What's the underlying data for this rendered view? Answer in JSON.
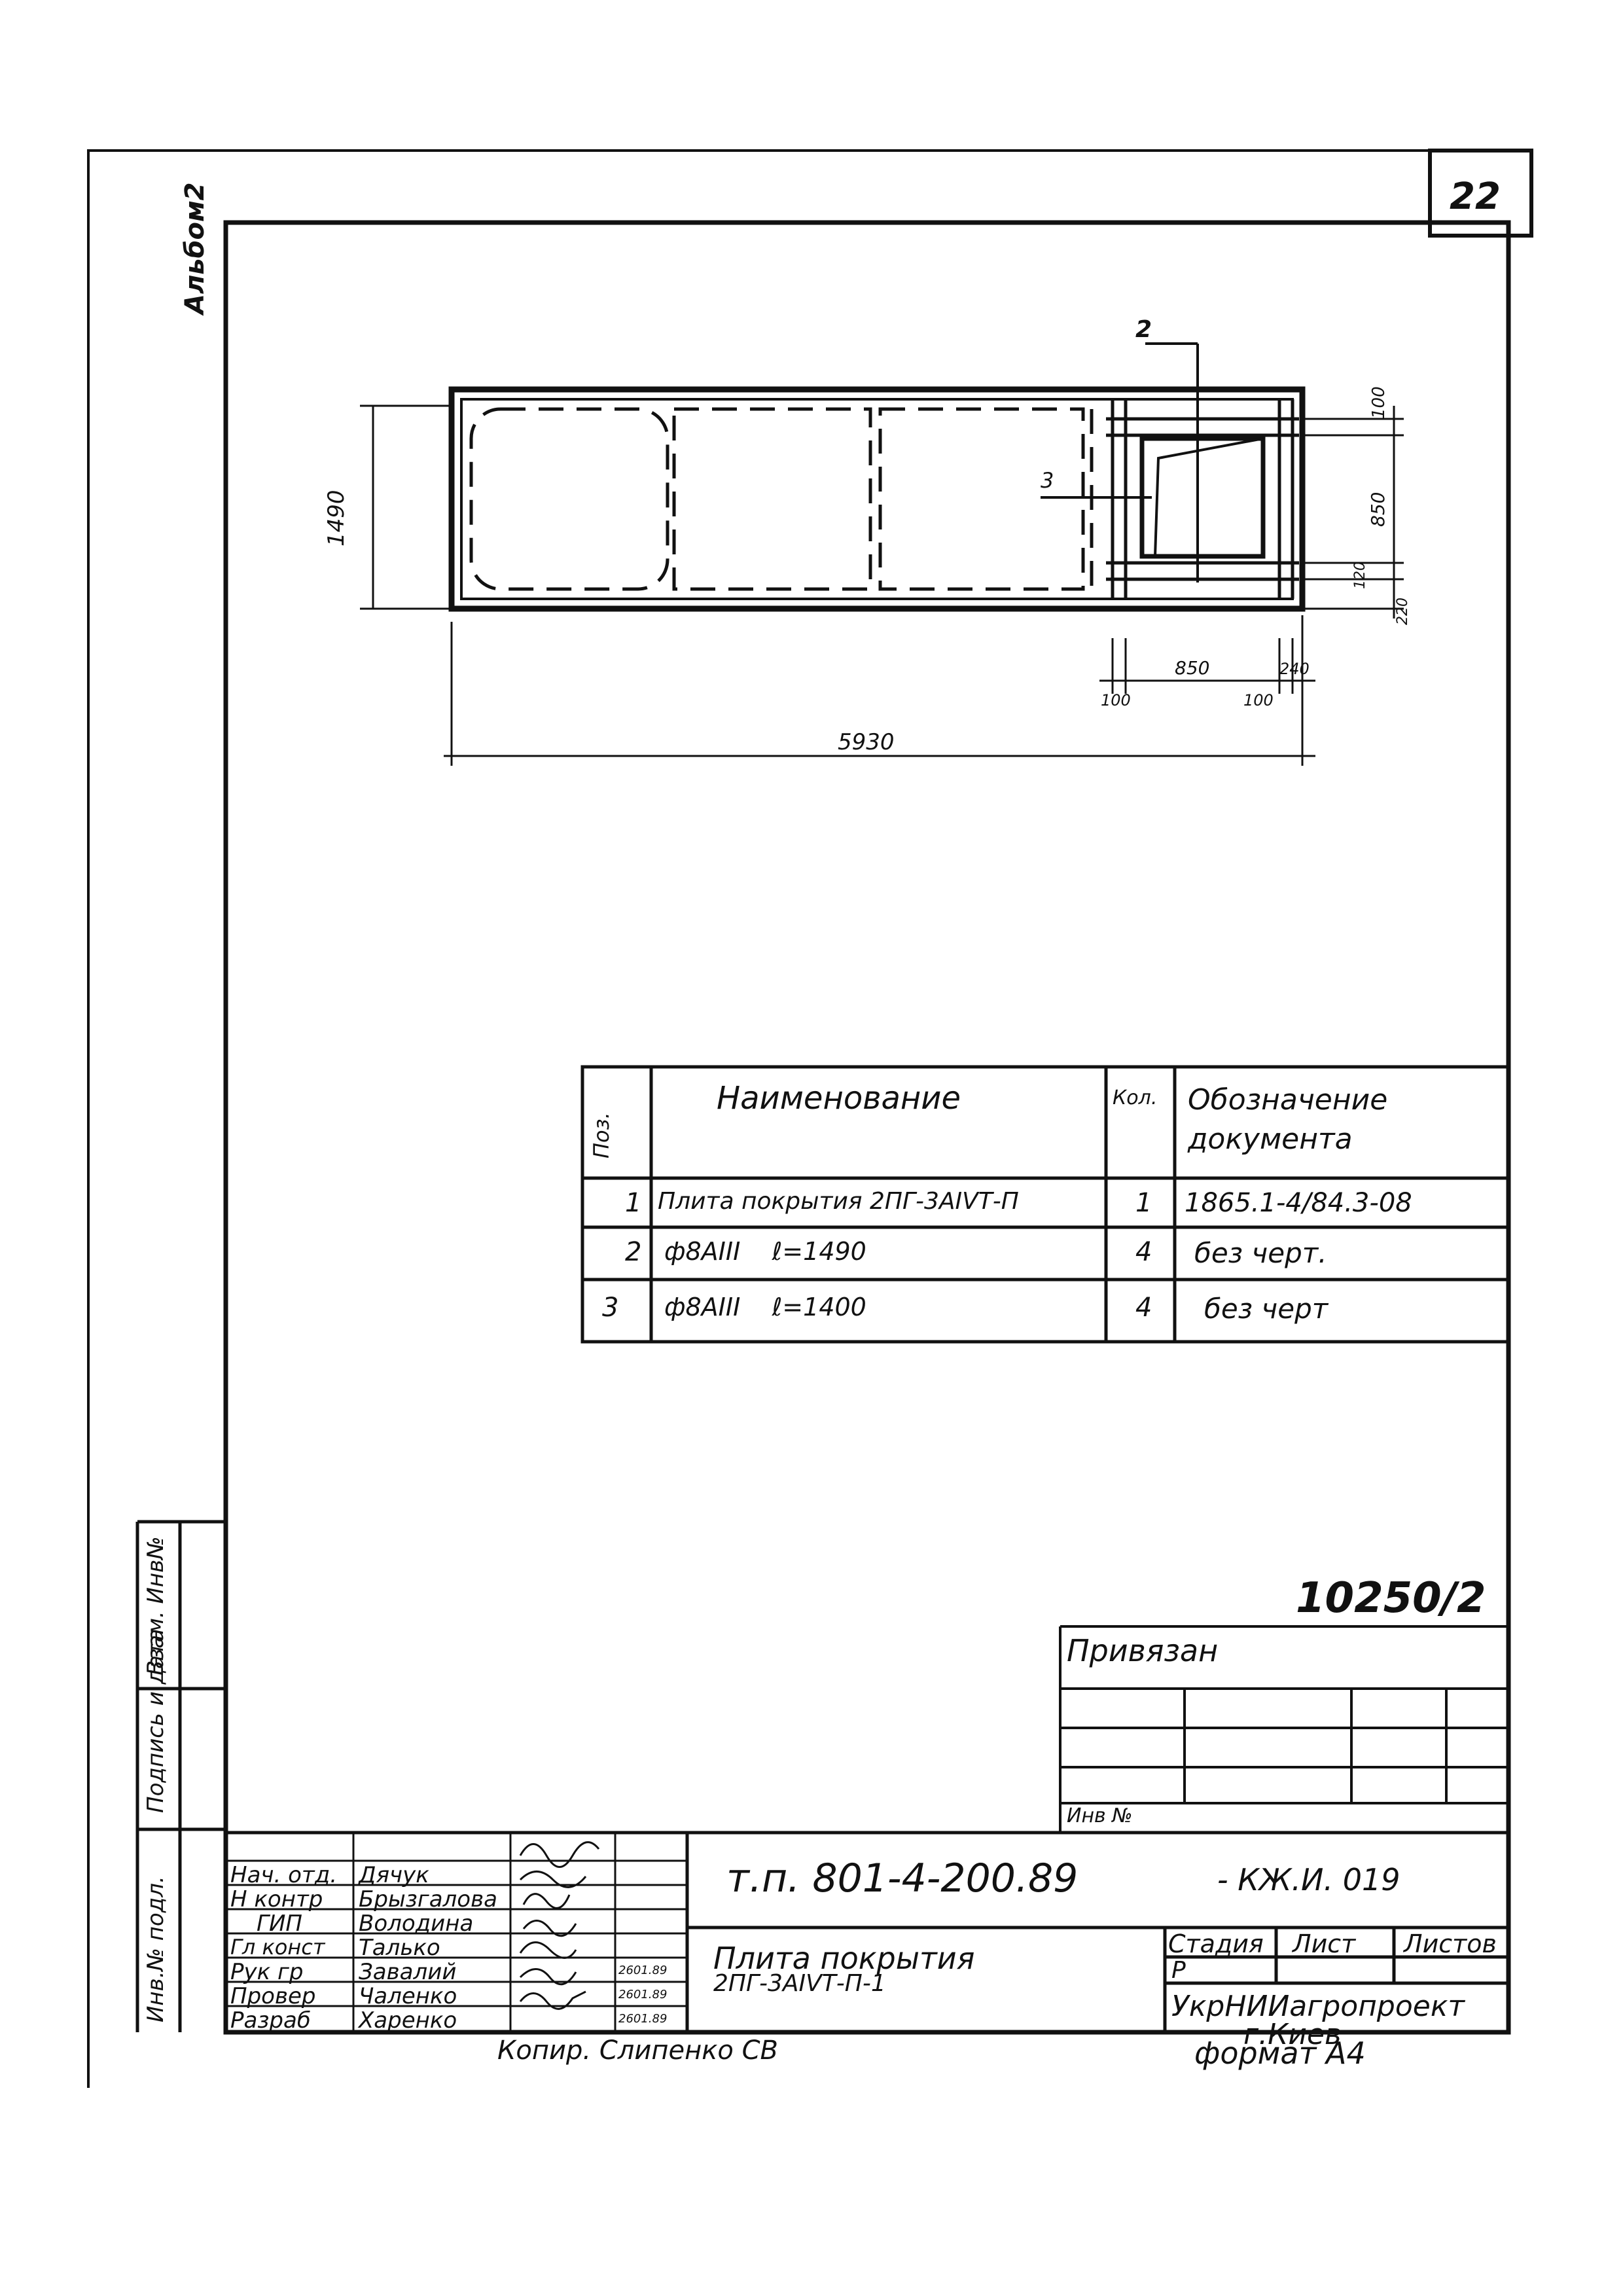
{
  "sheet_number": "22",
  "album_label": "Альбом2",
  "drawing": {
    "callout_2": "2",
    "callout_3": "3",
    "dim_height": "1490",
    "dim_length": "5930",
    "dim_100_top": "100",
    "dim_850_right": "850",
    "dim_120": "120",
    "dim_220": "220",
    "dim_850_bottom": "850",
    "dim_240": "240",
    "dim_100_bl": "100",
    "dim_100_br": "100"
  },
  "spec_table": {
    "headers": {
      "pos": "Поз.",
      "name": "Наименование",
      "qty": "Кол.",
      "doc_line1": "Обозначение",
      "doc_line2": "документа"
    },
    "rows": [
      {
        "pos": "1",
        "name": "Плита покрытия 2ПГ-3АIVТ-П",
        "qty": "1",
        "doc": "1865.1-4/84.3-08"
      },
      {
        "pos": "2",
        "name": "ф8АIII    ℓ=1490",
        "qty": "4",
        "doc": "без черт."
      },
      {
        "pos": "3",
        "name": "ф8АIII    ℓ=1400",
        "qty": "4",
        "doc": "без черт"
      }
    ]
  },
  "order_number": "10250/2",
  "binding": {
    "title": "Привязан",
    "inv_label": "Инв №"
  },
  "side_stamp": {
    "col1": "Инв.№ подл.",
    "col2": "Подпись и дата",
    "col3": "Взам. Инв№"
  },
  "title_block": {
    "code": "т.п. 801-4-200.89",
    "code_suffix": "- КЖ.И. 019",
    "title_line1": "Плита  покрытия",
    "title_line2": "2ПГ-3АIVТ-П-1",
    "stage_label": "Стадия",
    "sheet_label": "Лист",
    "sheets_label": "Листов",
    "stage_value": "Р",
    "org_line1": "УкрНИИагропроект",
    "org_line2": "г.Киев",
    "people": [
      {
        "role": "Нач. отд.",
        "name": "Дячук",
        "date": ""
      },
      {
        "role": "Н контр",
        "name": "Брызгалова",
        "date": ""
      },
      {
        "role": "ГИП",
        "name": "Володина",
        "date": ""
      },
      {
        "role": "Гл конст",
        "name": "Талько",
        "date": ""
      },
      {
        "role": "Рук гр",
        "name": "Завалий",
        "date": "2601.89"
      },
      {
        "role": "Провер",
        "name": "Чаленко",
        "date": "2601.89"
      },
      {
        "role": "Разраб",
        "name": "Харенко",
        "date": "2601.89"
      }
    ]
  },
  "copied_by": "Копир. Слипенко СВ",
  "format": "формат А4"
}
